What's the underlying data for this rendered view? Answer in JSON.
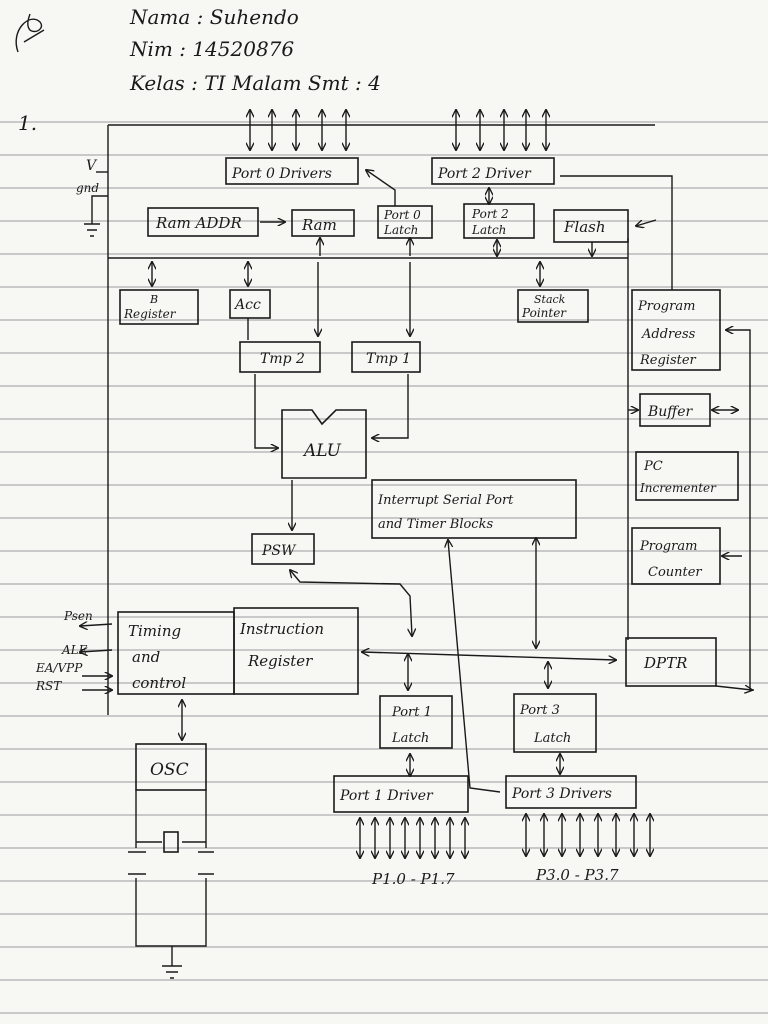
{
  "header": {
    "nama": "Nama : Suhendo",
    "nim": "Nim : 14520876",
    "kelas": "Kelas : TI Malam Smt : 4"
  },
  "question_number": "1.",
  "left_labels": {
    "v": "V",
    "gnd": "gnd",
    "psen": "Psen",
    "ale": "ALE",
    "ea": "EA/VPP",
    "rst": "RST"
  },
  "blocks": {
    "port0_drivers": "Port 0 Drivers",
    "port2_driver": "Port 2 Driver",
    "ram_addr": "Ram ADDR",
    "ram": "Ram",
    "port0_latch_1": "Port 0",
    "port0_latch_2": "Latch",
    "port2_latch_1": "Port 2",
    "port2_latch_2": "Latch",
    "flash": "Flash",
    "b_register_1": "B",
    "b_register_2": "Register",
    "acc": "Acc",
    "stack_pointer_1": "Stack",
    "stack_pointer_2": "Pointer",
    "program_address_register_1": "Program",
    "program_address_register_2": "Address",
    "program_address_register_3": "Register",
    "tmp2": "Tmp 2",
    "tmp1": "Tmp 1",
    "alu": "ALU",
    "buffer": "Buffer",
    "pc_incrementer_1": "PC",
    "pc_incrementer_2": "Incrementer",
    "interrupt_1": "Interrupt Serial Port",
    "interrupt_2": "and Timer Blocks",
    "program_counter_1": "Program",
    "program_counter_2": "Counter",
    "psw": "PSW",
    "timing_1": "Timing",
    "timing_2": "and",
    "timing_3": "control",
    "instruction_1": "Instruction",
    "instruction_2": "Register",
    "dptr": "DPTR",
    "port1_latch_1": "Port 1",
    "port1_latch_2": "Latch",
    "port3_latch_1": "Port 3",
    "port3_latch_2": "Latch",
    "osc": "OSC",
    "port1_driver": "Port 1 Driver",
    "port3_drivers": "Port 3 Drivers"
  },
  "pin_labels": {
    "p1": "P1.0 - P1.7",
    "p3": "P3.0 - P3.7"
  }
}
